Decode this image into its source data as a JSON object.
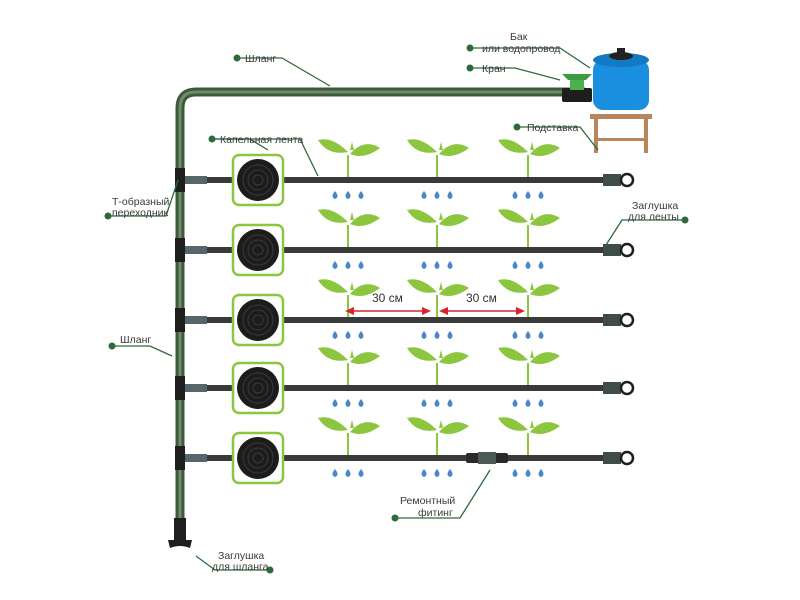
{
  "diagram": {
    "title": "Drip irrigation system scheme",
    "colors": {
      "hose": "#3c5a3a",
      "hose_light": "#6e8c69",
      "tape": "#3a3a3a",
      "leaf": "#8cc63f",
      "drop": "#4a86c8",
      "tank": "#1a8fe0",
      "accent_line": "#2e6b3a",
      "dot": "#2e6b3a",
      "arrow": "#d7262b",
      "frame": "#8cc63f",
      "stand": "#b8865a"
    },
    "labels": {
      "tank_line1": "Бак",
      "tank_line2": "или водопровод",
      "valve": "Кран",
      "hose_top": "Шланг",
      "stand": "Подставка",
      "drip_tape": "Капельная лента",
      "tee_line1": "Т-образный",
      "tee_line2": "переходник",
      "tape_plug_line1": "Заглушка",
      "tape_plug_line2": "для ленты",
      "hose_side": "Шланг",
      "repair_line1": "Ремонтный",
      "repair_line2": "фитинг",
      "hose_plug_line1": "Заглушка",
      "hose_plug_line2": "для шланга"
    },
    "spacing": [
      {
        "label": "30 см"
      },
      {
        "label": "30 см"
      }
    ],
    "rows": 5,
    "plants_per_row": 3,
    "drops_per_plant": 3
  }
}
